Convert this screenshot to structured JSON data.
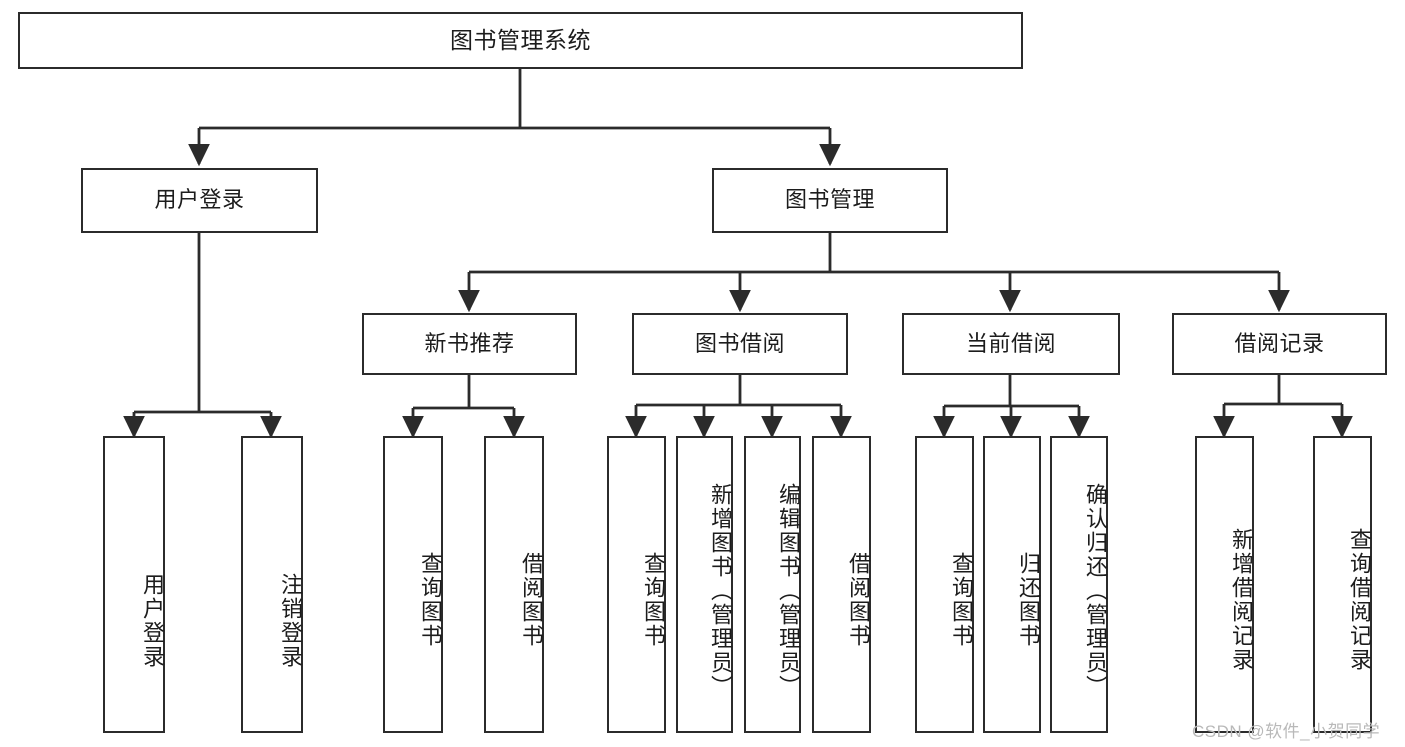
{
  "diagram": {
    "title": "图书管理系统",
    "type": "tree-hierarchy",
    "watermark": "CSDN @软件_小贺同学",
    "colors": {
      "stroke": "#2b2b2b",
      "fill": "#ffffff",
      "text": "#1c1c1c",
      "watermark": "#b9b9b9"
    },
    "nodes": {
      "root": {
        "label": "图书管理系统"
      },
      "level2": [
        {
          "id": "user-login",
          "label": "用户登录"
        },
        {
          "id": "book-management",
          "label": "图书管理"
        }
      ],
      "level3": [
        {
          "id": "new-book-recommend",
          "label": "新书推荐"
        },
        {
          "id": "book-borrow",
          "label": "图书借阅"
        },
        {
          "id": "current-borrow",
          "label": "当前借阅"
        },
        {
          "id": "borrow-record",
          "label": "借阅记录"
        }
      ],
      "leaves": {
        "user_login": [
          {
            "id": "leaf-user-login",
            "label": "用户登录"
          },
          {
            "id": "leaf-logout-login",
            "label": "注销登录"
          }
        ],
        "new_book_recommend": [
          {
            "id": "leaf-query-book-1",
            "label": "查询图书"
          },
          {
            "id": "leaf-borrow-book-1",
            "label": "借阅图书"
          }
        ],
        "book_borrow": [
          {
            "id": "leaf-query-book-2",
            "label": "查询图书"
          },
          {
            "id": "leaf-add-book-admin",
            "label": "新增图书（管理员）"
          },
          {
            "id": "leaf-edit-book-admin",
            "label": "编辑图书（管理员）"
          },
          {
            "id": "leaf-borrow-book-2",
            "label": "借阅图书"
          }
        ],
        "current_borrow": [
          {
            "id": "leaf-query-book-3",
            "label": "查询图书"
          },
          {
            "id": "leaf-return-book",
            "label": "归还图书"
          },
          {
            "id": "leaf-confirm-return-admin",
            "label": "确认归还（管理员）"
          }
        ],
        "borrow_record": [
          {
            "id": "leaf-add-borrow-record",
            "label": "新增借阅记录"
          },
          {
            "id": "leaf-query-borrow-record",
            "label": "查询借阅记录"
          }
        ]
      }
    }
  }
}
